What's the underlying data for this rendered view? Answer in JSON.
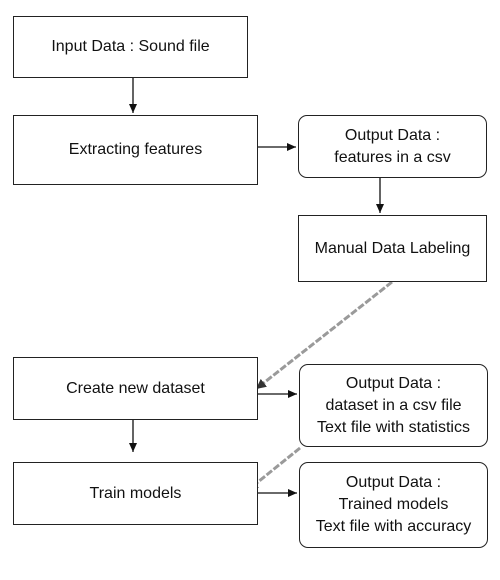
{
  "diagram": {
    "nodes": {
      "input_data": {
        "lines": [
          "Input Data :  Sound file"
        ]
      },
      "extracting_features": {
        "lines": [
          "Extracting features"
        ]
      },
      "output_features_csv": {
        "lines": [
          "Output Data :",
          "features in a csv"
        ]
      },
      "manual_labeling": {
        "lines": [
          "Manual Data Labeling"
        ]
      },
      "create_dataset": {
        "lines": [
          "Create new dataset"
        ]
      },
      "output_dataset_csv": {
        "lines": [
          "Output Data :",
          "dataset in a csv file",
          "Text file with statistics"
        ]
      },
      "train_models": {
        "lines": [
          "Train models"
        ]
      },
      "output_trained_models": {
        "lines": [
          "Output Data :",
          "Trained models",
          "Text file with accuracy"
        ]
      }
    },
    "edges": [
      {
        "from": "input_data",
        "to": "extracting_features"
      },
      {
        "from": "extracting_features",
        "to": "output_features_csv"
      },
      {
        "from": "output_features_csv",
        "to": "manual_labeling"
      },
      {
        "from": "manual_labeling",
        "to": "create_dataset"
      },
      {
        "from": "create_dataset",
        "to": "output_dataset_csv"
      },
      {
        "from": "create_dataset",
        "to": "train_models"
      },
      {
        "from": "output_dataset_csv",
        "to": "train_models"
      },
      {
        "from": "train_models",
        "to": "output_trained_models"
      }
    ]
  }
}
